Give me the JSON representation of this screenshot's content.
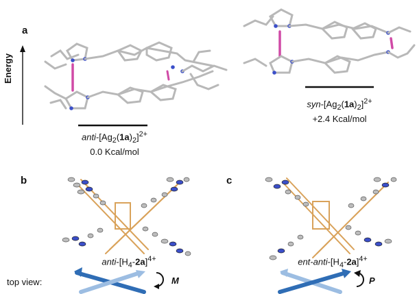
{
  "panels": {
    "a": "a",
    "b": "b",
    "c": "c"
  },
  "energy_label": "Energy",
  "anti_complex": {
    "prefix": "anti",
    "formula_mid": "-[Ag",
    "sub2": "2",
    "paren": "(",
    "ligand": "1a",
    "close": ")",
    "sub2b": "2",
    "close2": "]",
    "charge": "2+",
    "energy": "0.0 Kcal/mol"
  },
  "syn_complex": {
    "prefix": "syn",
    "formula_mid": "-[Ag",
    "sub2": "2",
    "paren": "(",
    "ligand": "1a",
    "close": ")",
    "sub2b": "2",
    "close2": "]",
    "charge": "2+",
    "energy": "+2.4 Kcal/mol"
  },
  "crystal_b": {
    "prefix": "anti",
    "formula": "-[H",
    "sub": "4",
    "dash": "-",
    "ligand": "2a",
    "close": "]",
    "charge": "4+"
  },
  "crystal_c": {
    "prefix": "ent-anti",
    "formula": "-[H",
    "sub": "4",
    "dash": "-",
    "ligand": "2a",
    "close": "]",
    "charge": "4+"
  },
  "top_view_label": "top view:",
  "chirality_b": "M",
  "chirality_c": "P",
  "colors": {
    "bond_gray": "#b8b8b8",
    "nitrogen_blue": "#3b4fc9",
    "silver_pink": "#d04aa6",
    "bond_orange": "#d9a25a",
    "arrow_dark_blue": "#2f6db5",
    "arrow_light_blue": "#9cbde2"
  }
}
